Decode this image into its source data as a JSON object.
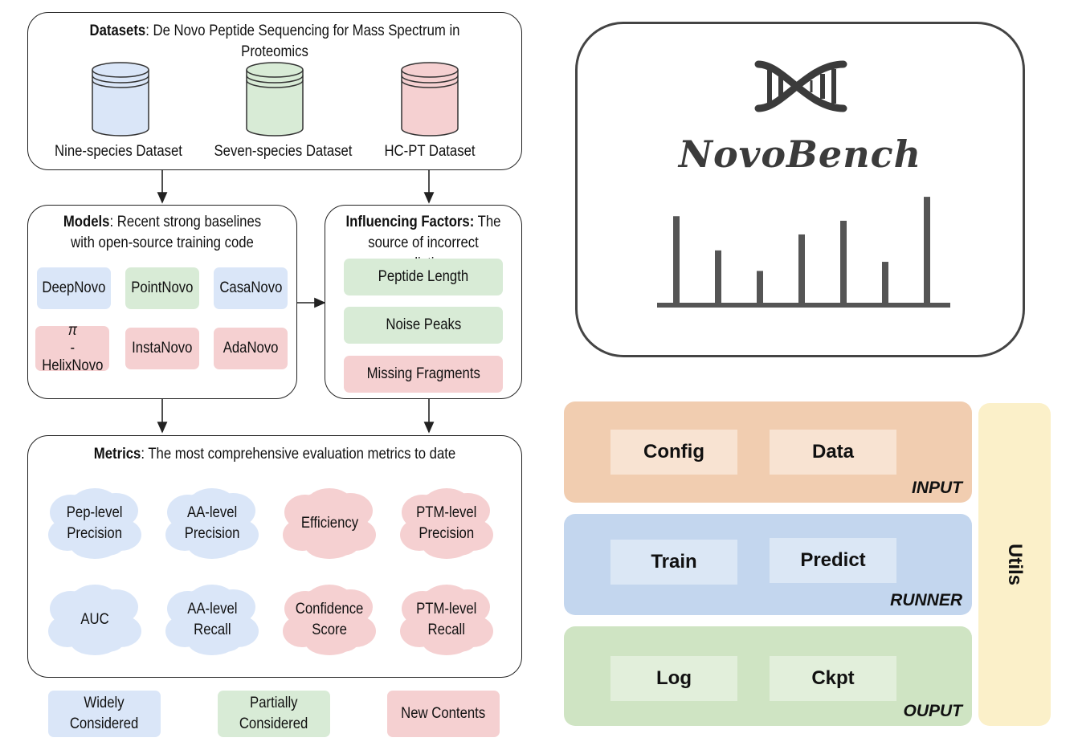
{
  "datasets": {
    "title_bold": "Datasets",
    "title_rest": ": De Novo Peptide Sequencing for Mass Spectrum in Proteomics",
    "items": [
      {
        "label": "Nine-species Dataset",
        "color": "#dae6f8"
      },
      {
        "label": "Seven-species Dataset",
        "color": "#d8ebd6"
      },
      {
        "label": "HC-PT Dataset",
        "color": "#f5d0d1"
      }
    ]
  },
  "models": {
    "title_bold": "Models",
    "title_rest": ": Recent strong baselines",
    "title_line2": "with open-source training code",
    "items": [
      {
        "label": "DeepNovo",
        "category": "widely"
      },
      {
        "label": "PointNovo",
        "category": "partially"
      },
      {
        "label": "CasaNovo",
        "category": "widely"
      },
      {
        "label_line1": "π",
        "label_line2": "-HelixNovo",
        "category": "new"
      },
      {
        "label": "InstaNovo",
        "category": "new"
      },
      {
        "label": "AdaNovo",
        "category": "new"
      }
    ]
  },
  "factors": {
    "title_bold": "Influencing Factors:",
    "title_rest": " The",
    "title_line2": "source of incorrect predictions",
    "items": [
      {
        "label": "Peptide Length",
        "category": "partially"
      },
      {
        "label": "Noise Peaks",
        "category": "partially"
      },
      {
        "label": "Missing Fragments",
        "category": "new"
      }
    ]
  },
  "metrics": {
    "title_bold": "Metrics",
    "title_rest": ": The most comprehensive evaluation metrics to date",
    "items": [
      {
        "line1": "Pep-level",
        "line2": "Precision",
        "category": "widely"
      },
      {
        "line1": "AA-level",
        "line2": "Precision",
        "category": "widely"
      },
      {
        "line1": "Efficiency",
        "line2": "",
        "category": "new"
      },
      {
        "line1": "PTM-level",
        "line2": "Precision",
        "category": "new"
      },
      {
        "line1": "AUC",
        "line2": "",
        "category": "widely"
      },
      {
        "line1": "AA-level",
        "line2": "Recall",
        "category": "widely"
      },
      {
        "line1": "Confidence",
        "line2": "Score",
        "category": "new"
      },
      {
        "line1": "PTM-level",
        "line2": "Recall",
        "category": "new"
      }
    ]
  },
  "legend": [
    {
      "line1": "Widely",
      "line2": "Considered",
      "color": "#dae6f8"
    },
    {
      "line1": "Partially",
      "line2": "Considered",
      "color": "#d8ebd6"
    },
    {
      "line1": "New Contents",
      "line2": "",
      "color": "#f5d0d1"
    }
  ],
  "logo": {
    "name": "NovoBench",
    "icon": "dna-helix-icon",
    "spectrum_bars": [
      0.78,
      0.48,
      0.3,
      0.62,
      0.74,
      0.38,
      0.95
    ]
  },
  "framework": {
    "input": {
      "label": "INPUT",
      "chips": [
        "Config",
        "Data"
      ],
      "color": "#f1cdb0"
    },
    "runner": {
      "label": "RUNNER",
      "chips": [
        "Train",
        "Predict"
      ],
      "color": "#c3d6ee"
    },
    "output": {
      "label": "OUPUT",
      "chips": [
        "Log",
        "Ckpt"
      ],
      "color": "#cfe4c3"
    },
    "utils": {
      "label": "Utils",
      "color": "#fbf0c9"
    }
  },
  "colors": {
    "widely": "#dae6f8",
    "partially": "#d8ebd6",
    "new": "#f5d0d1"
  }
}
